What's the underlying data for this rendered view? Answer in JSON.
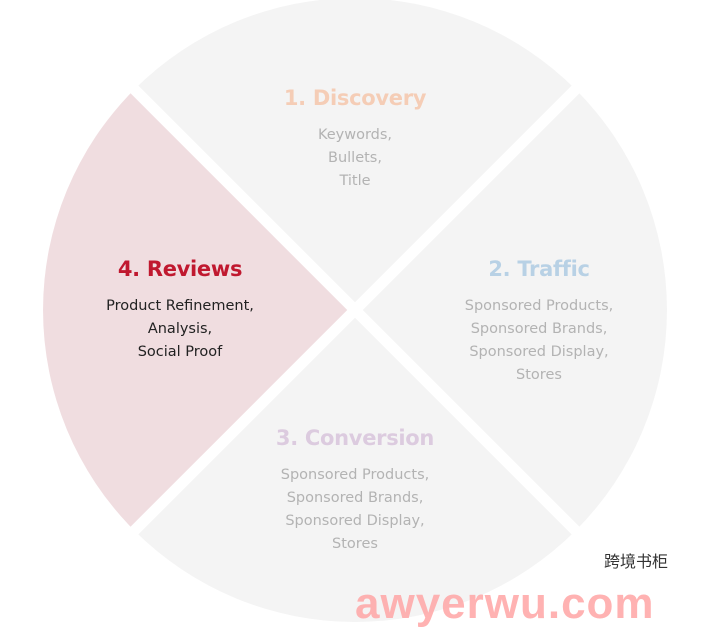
{
  "segments": [
    {
      "title": "1. Discovery",
      "lines": [
        "Keywords,",
        "Bullets,",
        "Title"
      ],
      "title_color": "#f5cdb6",
      "text_color": "#b3b3b3",
      "fill": "#f4f4f4"
    },
    {
      "title": "2. Traffic",
      "lines": [
        "Sponsored Products,",
        "Sponsored Brands,",
        "Sponsored Display,",
        "Stores"
      ],
      "title_color": "#b8d1e5",
      "text_color": "#b3b3b3",
      "fill": "#f4f4f4"
    },
    {
      "title": "3. Conversion",
      "lines": [
        "Sponsored Products,",
        "Sponsored Brands,",
        "Sponsored Display,",
        "Stores"
      ],
      "title_color": "#dccbdf",
      "text_color": "#b3b3b3",
      "fill": "#f4f4f4"
    },
    {
      "title": "4. Reviews",
      "lines": [
        "Product Refinement,",
        "Analysis,",
        "Social Proof"
      ],
      "title_color": "#c0182f",
      "text_color": "#222222",
      "fill": "#f0dde0"
    }
  ],
  "watermark": {
    "text": "awyerwu.com",
    "wechat": "跨境书柜"
  }
}
